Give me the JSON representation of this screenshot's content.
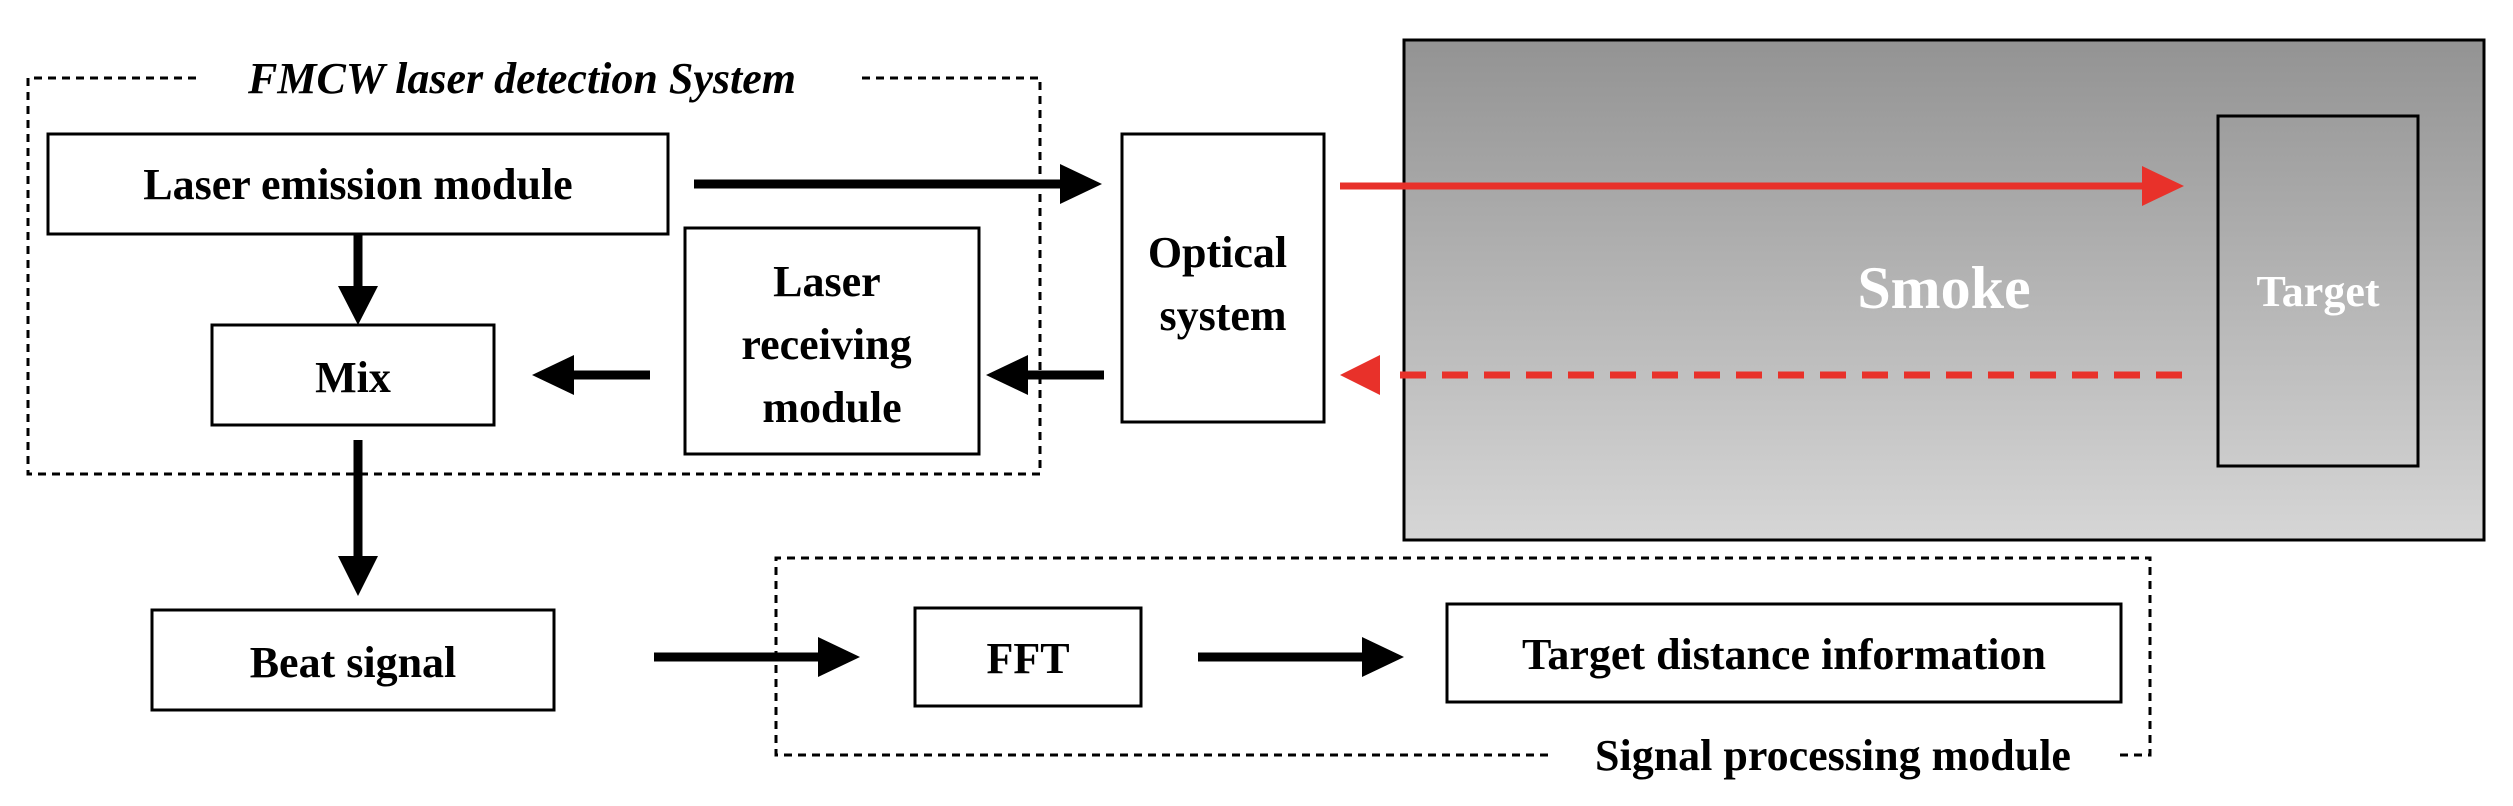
{
  "groups": {
    "detection_system": "FMCW laser detection System",
    "signal_processing": "Signal processing module"
  },
  "blocks": {
    "laser_emission": "Laser emission module",
    "mix": "Mix",
    "laser_receiving": [
      "Laser",
      "receiving",
      "module"
    ],
    "optical_system": [
      "Optical",
      "system"
    ],
    "beat_signal": "Beat signal",
    "fft": "FFT",
    "target_distance": "Target distance information"
  },
  "scene": {
    "smoke": "Smoke",
    "target": "Target"
  },
  "colors": {
    "laser_beam": "#e8312a",
    "smoke_top": "#939393",
    "smoke_bottom": "#d6d6d6"
  }
}
